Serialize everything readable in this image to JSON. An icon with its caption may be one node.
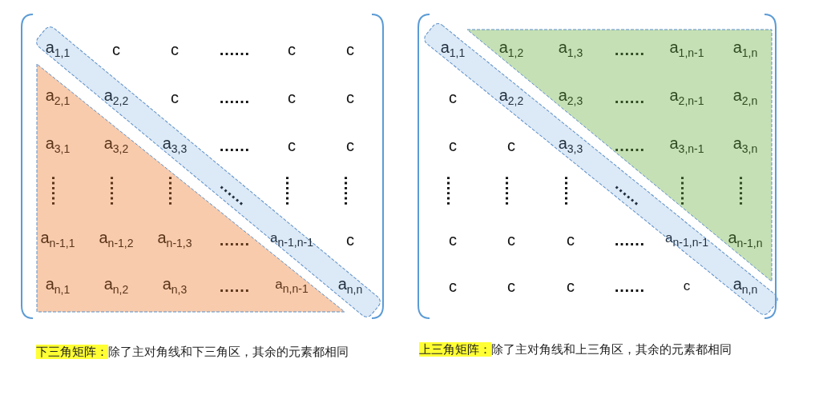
{
  "diagram": {
    "labels": [
      "a$_{1,1}$",
      "c",
      "c",
      "……",
      "c",
      "c",
      "a$_{2,1}$",
      "a$_{2,2}$",
      "c",
      "……",
      "c",
      "c",
      "a$_{3,1}$",
      "a$_{3,2}$",
      "a$_{3,3}$",
      "……",
      "c",
      "c",
      "……",
      "……",
      "……",
      "……",
      "……",
      "……",
      "a$_{n-1,1}$",
      "a$_{n-1,2}$",
      "a$_{n-1,3}$",
      "……",
      "a$_{n-1,n-1}$",
      "c",
      "a$_{n,1}$",
      "a$_{n,2}$",
      "a$_{n,3}$",
      "……",
      "a$_{n,n-1}$",
      "a$_{n,n}$",
      "a$_{1,1}$",
      "a$_{1,2}$",
      "a$_{1,3}$",
      "……",
      "a$_{1,n-1}$",
      "a$_{1,n}$",
      "c",
      "a$_{2,2}$",
      "a$_{2,3}$",
      "……",
      "a$_{2,n-1}$",
      "a$_{2,n}$",
      "c",
      "c",
      "a$_{3,3}$",
      "……",
      "a$_{3,n-1}$",
      "a$_{3,n}$",
      "……",
      "……",
      "……",
      "……",
      "……",
      "……",
      "c",
      "c",
      "c",
      "……",
      "a$_{n-1,n-1}$",
      "a$_{n-1,n}$",
      "c",
      "c",
      "c",
      "……",
      "c",
      "a$_{n,n}$",
      "下三角矩阵：",
      "除了主对角线和下三角区，其余的元素都相同",
      "上三角矩阵：",
      "除了主对角线和上三角区，其余的元素都相同"
    ]
  }
}
